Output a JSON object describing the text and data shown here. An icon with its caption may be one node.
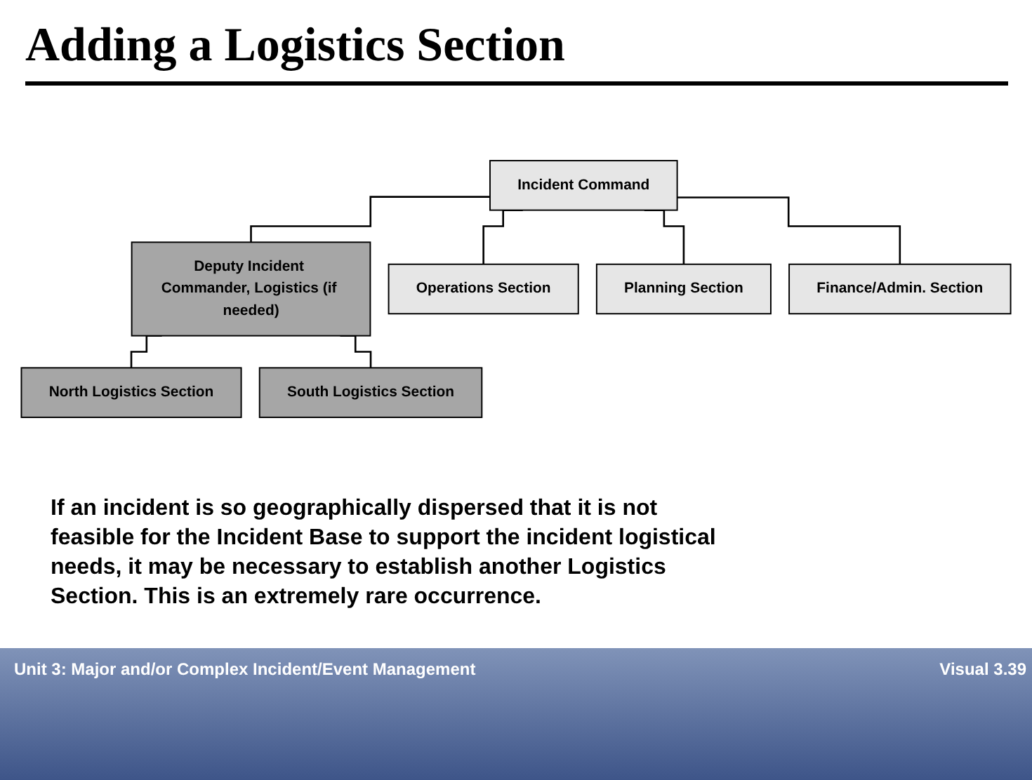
{
  "diagram": {
    "title": "Adding a Logistics Section",
    "nodes": [
      {
        "text": [
          "Incident Command"
        ]
      },
      {
        "text": [
          "Deputy Incident Commander, Logistics (if needed)"
        ]
      },
      {
        "text": [
          "Operations Section"
        ]
      },
      {
        "text": [
          "Planning Section"
        ]
      },
      {
        "text": [
          "North Logistics Section"
        ]
      },
      {
        "text": [
          "South Logistics Section"
        ]
      },
      {
        "text": [
          "Finance/Admin. Section"
        ]
      }
    ],
    "edges": [
      {
        "from": 0,
        "to": 2,
        "arrow": "none"
      },
      {
        "from": 0,
        "to": 3,
        "arrow": "none"
      },
      {
        "from": 0,
        "to": 1,
        "arrow": "none"
      },
      {
        "from": 0,
        "to": 6,
        "arrow": "none"
      },
      {
        "from": 1,
        "to": 4,
        "arrow": "none"
      },
      {
        "from": 1,
        "to": 5,
        "arrow": "none"
      }
    ],
    "labels": [
      "If an incident is so geographically dispersed that it is not feasible for the Incident Base to support the incident logistical needs, it may be necessary to establish another Logistics Section. This is an extremely rare occurrence.",
      "Unit 3: Major and/or Complex Incident/Event Management",
      "Visual 3.39"
    ]
  }
}
